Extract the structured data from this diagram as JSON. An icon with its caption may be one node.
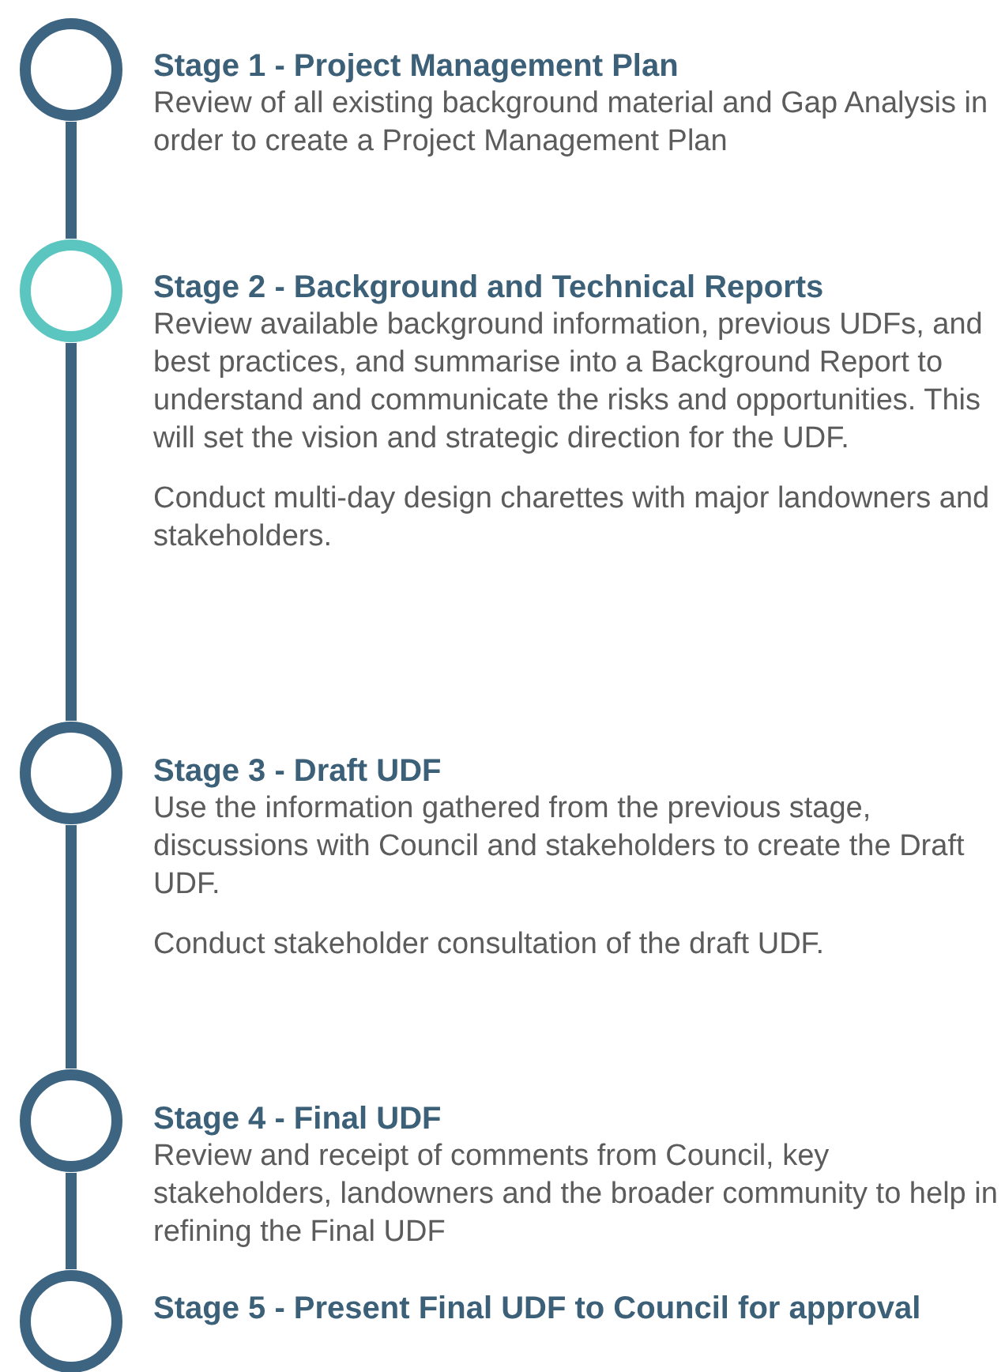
{
  "diagram": {
    "nodes": [
      {
        "text": [],
        "shape": "circle",
        "beside": [
          "Stage 1 - Project Management Plan",
          "Review of all existing background material and Gap Analysis in order to create a Project Management Plan"
        ]
      },
      {
        "text": [],
        "shape": "circle",
        "beside": [
          "Stage 2 - Background and Technical Reports",
          "Review available background information, previous UDFs, and best practices, and summarise into a Background Report to understand and communicate the risks and opportunities. This will set the vision and strategic direction for the UDF.",
          "Conduct multi-day design charettes with major landowners and stakeholders."
        ]
      },
      {
        "text": [],
        "shape": "circle",
        "beside": [
          "Stage 3 - Draft UDF",
          "Use the information gathered from the previous stage, discussions with Council and stakeholders to create the Draft UDF.",
          "Conduct stakeholder consultation of the draft UDF."
        ]
      },
      {
        "text": [],
        "shape": "circle",
        "beside": [
          "Stage 4 - Final UDF",
          "Review and receipt of comments from Council, key stakeholders, landowners and the broader community to help in refining the Final UDF"
        ]
      },
      {
        "text": [],
        "shape": "circle",
        "beside": [
          "Stage 5 - Present Final UDF to Council for approval"
        ]
      }
    ],
    "edges": [
      {
        "from": 0,
        "to": 1,
        "arrow": "none"
      },
      {
        "from": 1,
        "to": 2,
        "arrow": "none"
      },
      {
        "from": 2,
        "to": 3,
        "arrow": "none"
      },
      {
        "from": 3,
        "to": 4,
        "arrow": "none"
      }
    ]
  }
}
